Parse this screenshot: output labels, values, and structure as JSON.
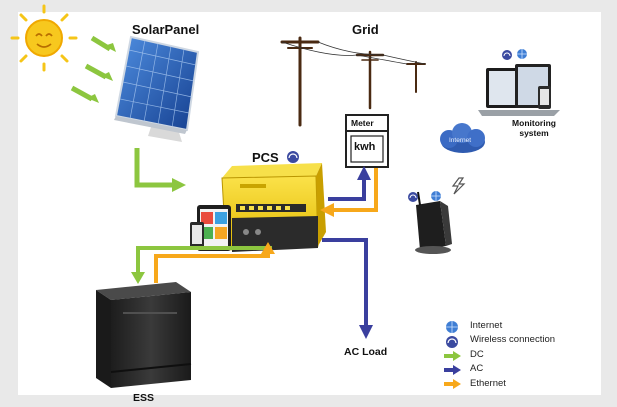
{
  "labels": {
    "solar_panel": "SolarPanel",
    "grid": "Grid",
    "pcs": "PCS",
    "meter": "Meter",
    "meter_unit": "kwh",
    "monitoring": "Monitoring system",
    "internet_cloud": "Internet",
    "ac_load": "AC Load",
    "ess": "ESS"
  },
  "legend": [
    {
      "icon": "globe-icon",
      "label": "Internet"
    },
    {
      "icon": "wifi-icon",
      "label": "Wireless connection"
    },
    {
      "icon": "dc-arrow-icon",
      "label": "DC",
      "color": "#8cc63f"
    },
    {
      "icon": "ac-arrow-icon",
      "label": "AC",
      "color": "#3a3f9e"
    },
    {
      "icon": "ethernet-arrow-icon",
      "label": "Ethernet",
      "color": "#f7a81b"
    }
  ],
  "colors": {
    "dc": "#8cc63f",
    "ac": "#3a3f9e",
    "ethernet": "#f7a81b",
    "inverter": "#f2d21b",
    "sun": "#f5c518"
  }
}
